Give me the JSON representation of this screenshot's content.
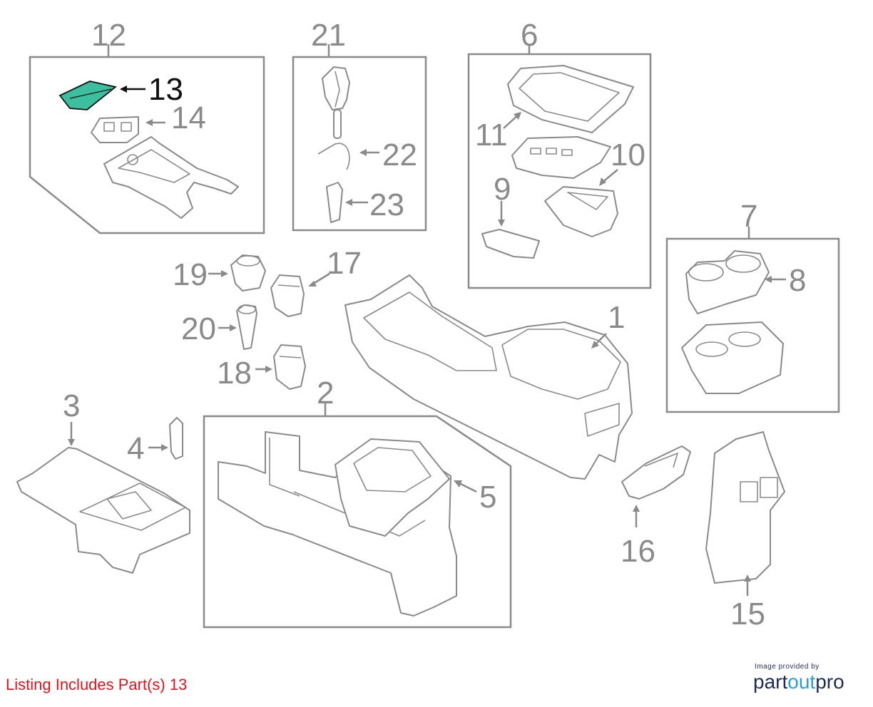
{
  "diagram": {
    "callouts": [
      {
        "id": "1",
        "label": "1"
      },
      {
        "id": "2",
        "label": "2"
      },
      {
        "id": "3",
        "label": "3"
      },
      {
        "id": "4",
        "label": "4"
      },
      {
        "id": "5",
        "label": "5"
      },
      {
        "id": "6",
        "label": "6"
      },
      {
        "id": "7",
        "label": "7"
      },
      {
        "id": "8",
        "label": "8"
      },
      {
        "id": "9",
        "label": "9"
      },
      {
        "id": "10",
        "label": "10"
      },
      {
        "id": "11",
        "label": "11"
      },
      {
        "id": "12",
        "label": "12"
      },
      {
        "id": "13",
        "label": "13"
      },
      {
        "id": "14",
        "label": "14"
      },
      {
        "id": "15",
        "label": "15"
      },
      {
        "id": "16",
        "label": "16"
      },
      {
        "id": "17",
        "label": "17"
      },
      {
        "id": "18",
        "label": "18"
      },
      {
        "id": "19",
        "label": "19"
      },
      {
        "id": "20",
        "label": "20"
      },
      {
        "id": "21",
        "label": "21"
      },
      {
        "id": "22",
        "label": "22"
      },
      {
        "id": "23",
        "label": "23"
      }
    ],
    "highlighted_part": "13",
    "colors": {
      "line": "#8a8a8a",
      "highlight_fill": "#3cbf9e",
      "highlight_label": "#111111"
    }
  },
  "footer": {
    "listing_note": "Listing Includes Part(s) 13",
    "listing_color": "#e0141e",
    "credit_line": "Image provided by",
    "brand_part1": "part",
    "brand_part2": "out",
    "brand_part3": "pro"
  }
}
